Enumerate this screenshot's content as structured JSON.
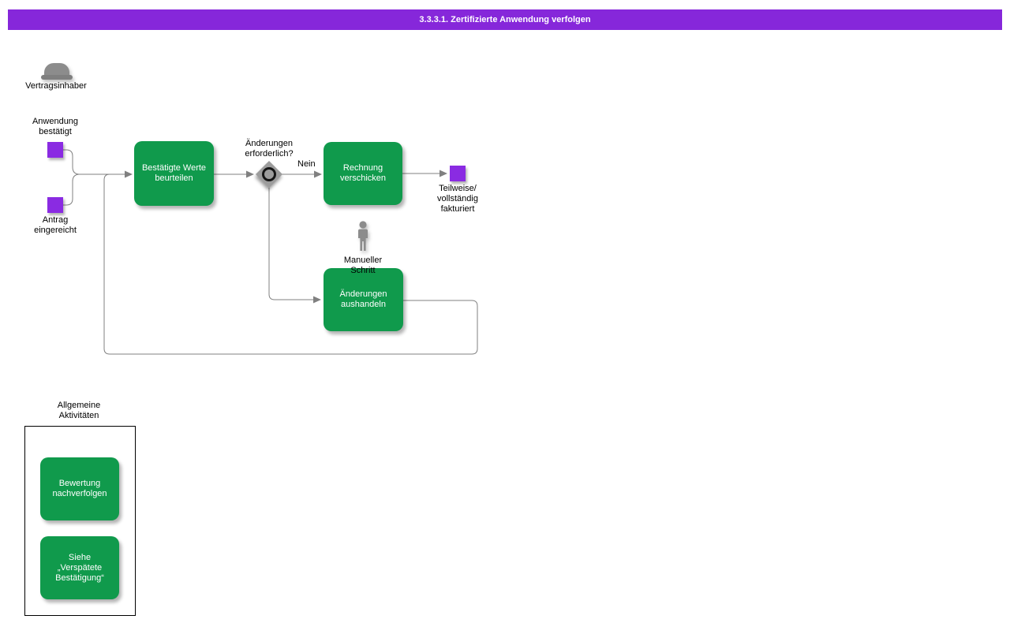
{
  "title": "3.3.3.1. Zertifizierte Anwendung verfolgen",
  "colors": {
    "header_bar": "#8627DA",
    "event_square": "#8A2BE2",
    "task_green": "#109A4C",
    "gateway_gray": "#9C9C9C",
    "icon_gray": "#8C8C8C",
    "line_gray": "#808080"
  },
  "actor": {
    "icon": "hat-icon",
    "label": "Vertragsinhaber"
  },
  "events": {
    "start1_label": "Anwendung\nbestätigt",
    "start2_label": "Antrag\neingereicht",
    "end_label": "Teilweise/\nvollständig\nfakturiert"
  },
  "tasks": {
    "assess": "Bestätigte Werte\nbeurteilen",
    "invoice": "Rechnung\nverschicken",
    "negotiate": "Änderungen\naushandeln",
    "track": "Bewertung\nnachverfolgen",
    "see": "Siehe\n„Verspätete\nBestätigung“"
  },
  "gateway": {
    "question": "Änderungen\nerforderlich?",
    "no_label": "Nein"
  },
  "manual_step_label": "Manueller\nSchritt",
  "general_activities_label": "Allgemeine\nAktivitäten"
}
